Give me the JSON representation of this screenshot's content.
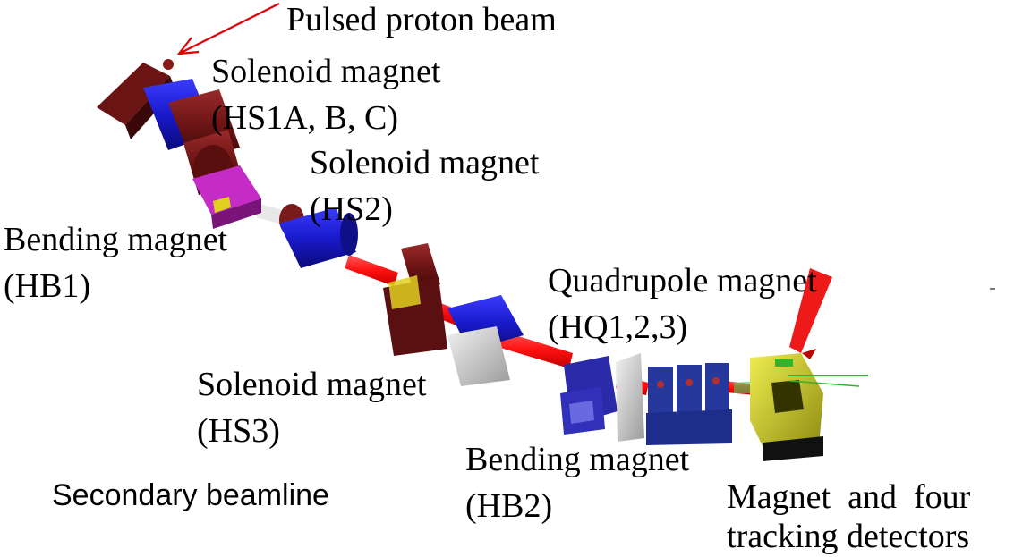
{
  "labels": {
    "pulsed_beam": "Pulsed proton beam",
    "hs1_title": "Solenoid magnet",
    "hs1_id": "(HS1A, B, C)",
    "hs2_title": "Solenoid magnet",
    "hs2_id": "(HS2)",
    "hb1_title": "Bending magnet",
    "hb1_id": "(HB1)",
    "hq_title": "Quadrupole magnet",
    "hq_id": "(HQ1,2,3)",
    "hs3_title": "Solenoid magnet",
    "hs3_id": "(HS3)",
    "hb2_title": "Bending magnet",
    "hb2_id": "(HB2)",
    "secondary": "Secondary beamline",
    "detector_line1": "Magnet  and  four",
    "detector_line2": "tracking detectors"
  },
  "colors": {
    "beam": "#ff1a1a",
    "arrow": "#e00000",
    "solenoid_dark": "#6b1414",
    "solenoid_blue": "#1a1acc",
    "bending_purple": "#b21fb2",
    "support_gray": "#c8c8c8",
    "quad_navy": "#1c2d8a",
    "detector_yellow": "#d6d21a",
    "detector_green": "#2db52d"
  }
}
